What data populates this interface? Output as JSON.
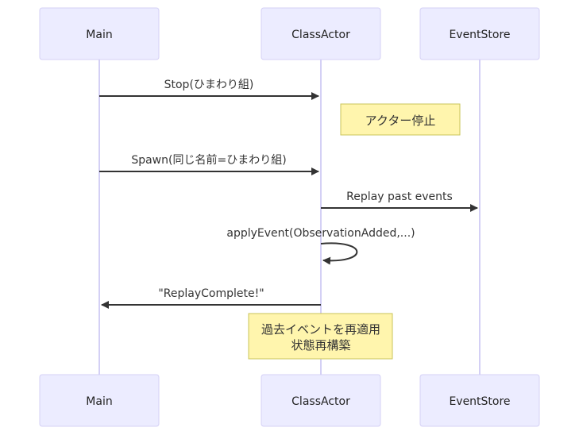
{
  "diagram": {
    "type": "sequence",
    "participants": [
      {
        "id": "main",
        "label": "Main"
      },
      {
        "id": "classactor",
        "label": "ClassActor"
      },
      {
        "id": "eventstore",
        "label": "EventStore"
      }
    ],
    "messages": [
      {
        "from": "main",
        "to": "classactor",
        "label": "Stop(ひまわり組)"
      },
      {
        "from": "main",
        "to": "classactor",
        "label": "Spawn(同じ名前=ひまわり組)"
      },
      {
        "from": "classactor",
        "to": "eventstore",
        "label": "Replay past events"
      },
      {
        "from": "classactor",
        "to": "classactor",
        "label": "applyEvent(ObservationAdded,...)"
      },
      {
        "from": "classactor",
        "to": "main",
        "label": "\"ReplayComplete!\""
      }
    ],
    "notes": [
      {
        "position": "right of ClassActor",
        "lines": [
          "アクター停止"
        ]
      },
      {
        "position": "over ClassActor",
        "lines": [
          "過去イベントを再適用",
          "状態再構築"
        ]
      }
    ]
  }
}
